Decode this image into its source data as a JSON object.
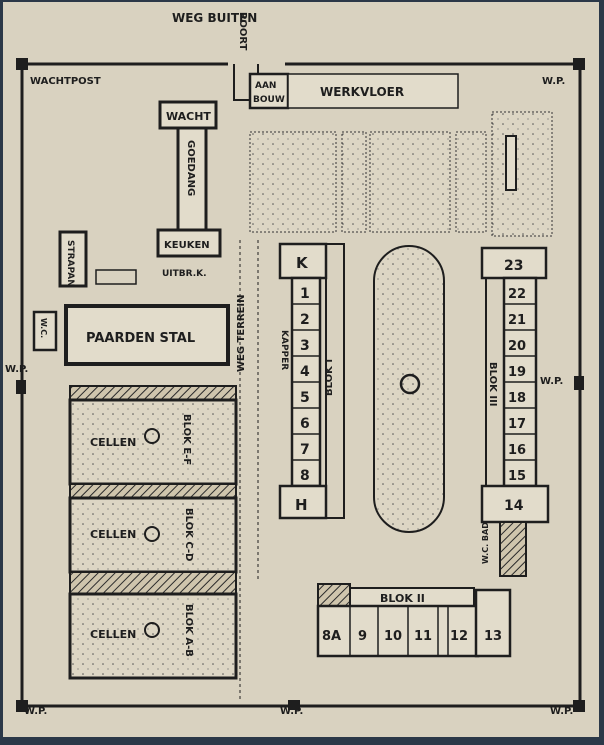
{
  "map": {
    "road_outside": "WEG BUITEN",
    "gate": "POORT",
    "guard_post": "WACHTPOST",
    "watch_post": "W.P.",
    "extension": [
      "AAN",
      "BOUW"
    ],
    "work_floor": "WERKVLOER",
    "guardhouse": "WACHT",
    "goods_store": "GOEDANG",
    "kitchen": "KEUKEN",
    "kitchen_annex": "UITBR.K.",
    "punishment_cell": "STRAPAN",
    "toilet": "W.C.",
    "horse_stable": "PAARDEN STAL",
    "cells": "CELLEN",
    "block_ef": "BLOK E-F",
    "block_cd": "BLOK C-D",
    "block_ab": "BLOK A-B",
    "barber": "KAPPER",
    "block_1": "BLOK I",
    "block_2": "BLOK II",
    "block_3": "BLOK III",
    "road_terrain": "WEG TERREIN",
    "toilet_bath": "W.C. BAD",
    "rooms_blok1": [
      "K",
      "1",
      "2",
      "3",
      "4",
      "5",
      "6",
      "7",
      "8",
      "H"
    ],
    "rooms_blok3": [
      "23",
      "22",
      "21",
      "20",
      "19",
      "18",
      "17",
      "16",
      "15",
      "14"
    ],
    "rooms_blok2": [
      "8A",
      "9",
      "10",
      "11",
      "12",
      "13"
    ]
  }
}
